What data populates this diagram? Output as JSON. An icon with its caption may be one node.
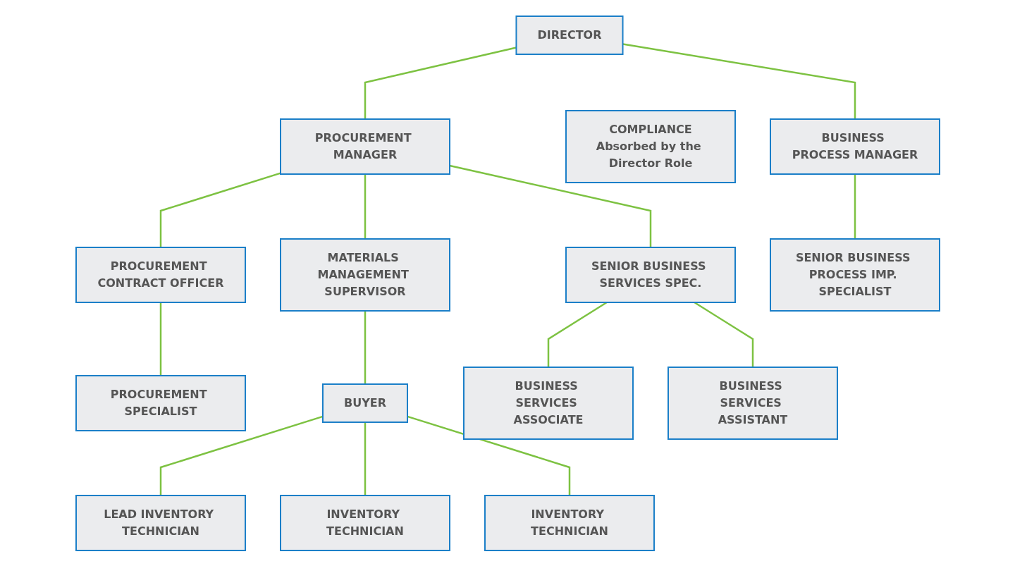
{
  "diagram": {
    "nodes": [
      {
        "text": [
          "DIRECTOR"
        ]
      },
      {
        "text": [
          "PROCUREMENT MANAGER"
        ]
      },
      {
        "text": [
          "COMPLIANCE",
          "Absorbed by the Director Role"
        ]
      },
      {
        "text": [
          "BUSINESS PROCESS MANAGER"
        ]
      },
      {
        "text": [
          "PROCUREMENT CONTRACT OFFICER"
        ]
      },
      {
        "text": [
          "MATERIALS MANAGEMENT SUPERVISOR"
        ]
      },
      {
        "text": [
          "SENIOR BUSINESS SERVICES SPEC."
        ]
      },
      {
        "text": [
          "SENIOR BUSINESS PROCESS IMP. SPECIALIST"
        ]
      },
      {
        "text": [
          "PROCUREMENT SPECIALIST"
        ]
      },
      {
        "text": [
          "BUYER"
        ]
      },
      {
        "text": [
          "BUSINESS SERVICES ASSOCIATE"
        ]
      },
      {
        "text": [
          "BUSINESS SERVICES ASSISTANT"
        ]
      },
      {
        "text": [
          "LEAD INVENTORY TECHNICIAN"
        ]
      },
      {
        "text": [
          "INVENTORY TECHNICIAN"
        ]
      },
      {
        "text": [
          "INVENTORY TECHNICIAN"
        ]
      }
    ],
    "edges": [
      {
        "from": 0,
        "to": 1,
        "arrow": "none"
      },
      {
        "from": 0,
        "to": 3,
        "arrow": "none"
      },
      {
        "from": 1,
        "to": 4,
        "arrow": "none"
      },
      {
        "from": 1,
        "to": 5,
        "arrow": "none"
      },
      {
        "from": 1,
        "to": 6,
        "arrow": "none"
      },
      {
        "from": 3,
        "to": 7,
        "arrow": "none"
      },
      {
        "from": 4,
        "to": 8,
        "arrow": "none"
      },
      {
        "from": 5,
        "to": 9,
        "arrow": "none"
      },
      {
        "from": 6,
        "to": 10,
        "arrow": "none"
      },
      {
        "from": 6,
        "to": 11,
        "arrow": "none"
      },
      {
        "from": 9,
        "to": 12,
        "arrow": "none"
      },
      {
        "from": 9,
        "to": 13,
        "arrow": "none"
      },
      {
        "from": 9,
        "to": 14,
        "arrow": "none"
      }
    ]
  }
}
